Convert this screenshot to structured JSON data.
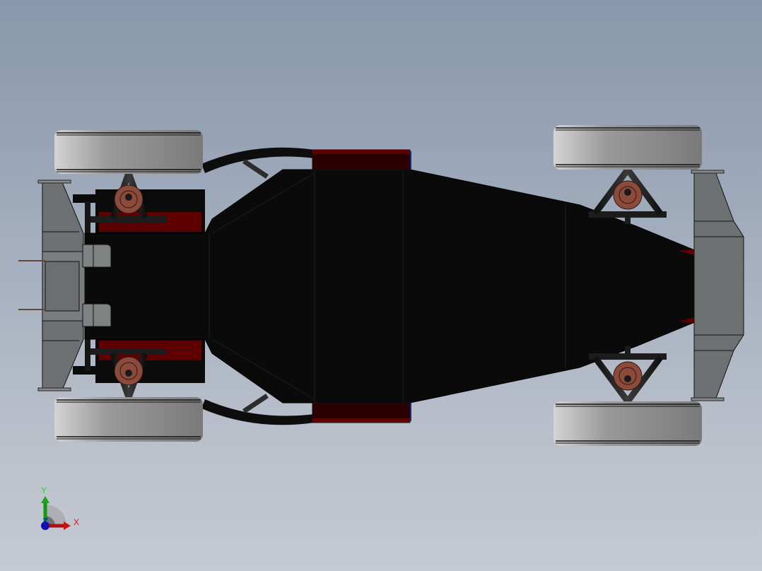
{
  "viewport": {
    "background_top": "#8897ab",
    "background_bottom": "#c4c9d2",
    "view_orientation": "Top"
  },
  "model": {
    "name": "race-car-assembly",
    "colors": {
      "body": "#0a0a0a",
      "frame_tube": "#111111",
      "tire": "#8a8a8a",
      "wing": "#6e7172",
      "side_pod": "#2a0000",
      "side_pod_edge": "#5c0000",
      "brake_disc": "#8b4a3a",
      "upright": "#1c1c1c"
    }
  },
  "triad": {
    "x_label": "X",
    "y_label": "Y",
    "z_label": "Z",
    "x_color": "#cc1111",
    "y_color": "#11aa11",
    "z_color": "#1111cc"
  }
}
